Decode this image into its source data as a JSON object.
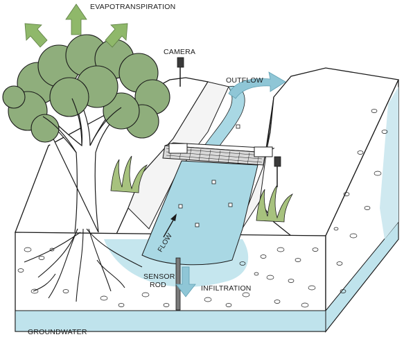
{
  "labels": {
    "evapotranspiration": "EVAPOTRANSPIRATION",
    "camera": "CAMERA",
    "outflow": "OUTFLOW",
    "flow": "FLOW",
    "sensor_rod_line1": "SENSOR",
    "sensor_rod_line2": "ROD",
    "infiltration": "INFILTRATION",
    "groundwater": "GROUNDWATER"
  },
  "colors": {
    "water": "#a9d8e4",
    "water_dark": "#8fc6d6",
    "arrow_green": "#8fb86a",
    "tree_canopy": "#8fae7c",
    "grass": "#a7c27e",
    "outline": "#1a1a1a",
    "groundwater_band": "#bfe3ec"
  }
}
